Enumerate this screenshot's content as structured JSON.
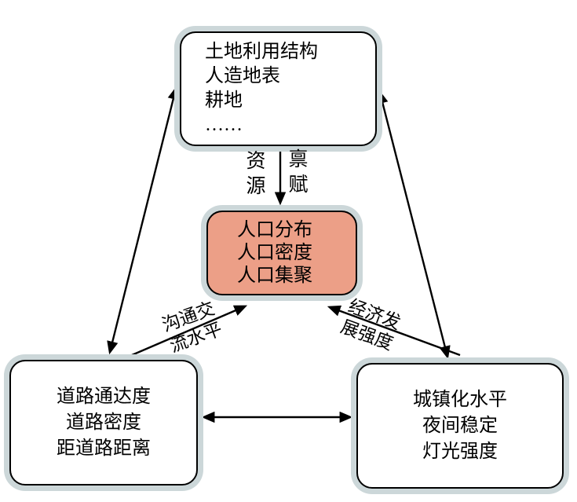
{
  "diagram_title": "",
  "boxes": {
    "top": {
      "name": "land-use-indicators",
      "lines": [
        "土地利用结构",
        "人造地表",
        "耕地",
        "……"
      ]
    },
    "center": {
      "name": "population-indicators",
      "lines": [
        "人口分布",
        "人口密度",
        "人口集聚"
      ],
      "fill": "#ec9f87"
    },
    "bottom_left": {
      "name": "road-indicators",
      "lines": [
        "道路通达度",
        "道路密度",
        "距道路距离"
      ]
    },
    "bottom_right": {
      "name": "urbanization-indicators",
      "lines": [
        "城镇化水平",
        "夜间稳定",
        "灯光强度"
      ]
    }
  },
  "arrow_labels": {
    "endowment_left": "资源",
    "endowment_right": "禀赋",
    "communication": {
      "line1": "沟通交",
      "line2": "流水平"
    },
    "economic": {
      "line1": "经济发",
      "line2": "展强度"
    }
  },
  "colors": {
    "box_halo": "#ccd7d9",
    "box_border": "#000000",
    "center_box_fill": "#ec9f87",
    "arrow": "#000000",
    "text": "#000000",
    "background": "#ffffff"
  }
}
